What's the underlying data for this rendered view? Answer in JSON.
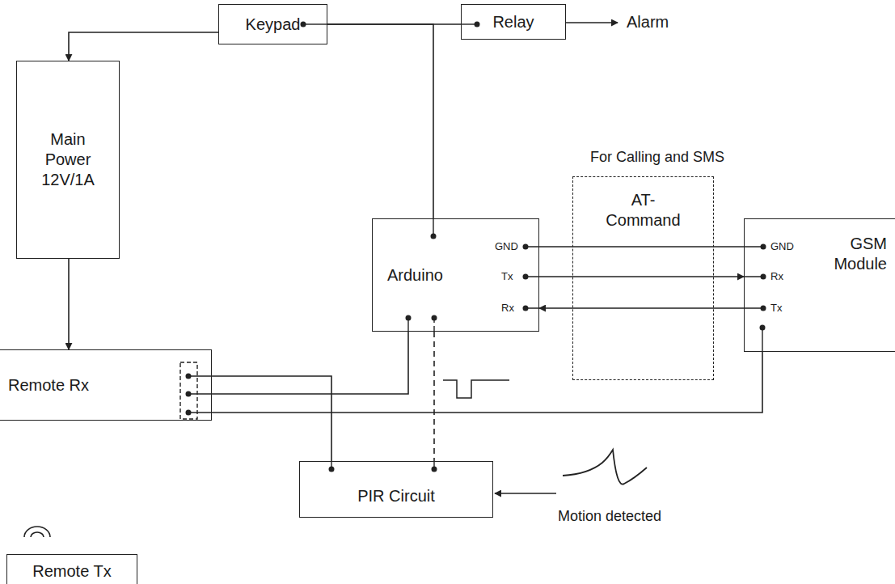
{
  "diagram": {
    "nodes": [
      {
        "text": [
          "Keypad"
        ]
      },
      {
        "text": [
          "Relay"
        ]
      },
      {
        "text": [
          "Main Power 12V/1A"
        ]
      },
      {
        "text": [
          "AT- Command"
        ]
      },
      {
        "text": [
          "Arduino"
        ]
      },
      {
        "text": [
          "GSM Module"
        ]
      },
      {
        "text": [
          "Remote Rx"
        ]
      },
      {
        "text": [
          "PIR Circuit"
        ]
      },
      {
        "text": [
          "Remote Tx"
        ]
      }
    ],
    "edges": [
      {
        "from": 0,
        "to": 2,
        "arrow": "to"
      },
      {
        "from": 0,
        "to": 1,
        "arrow": "none"
      },
      {
        "from": 0,
        "to": 4,
        "arrow": "none"
      },
      {
        "from": 2,
        "to": 6,
        "arrow": "to"
      },
      {
        "from": 4,
        "to": 5,
        "arrow": "none"
      },
      {
        "from": 4,
        "to": 5,
        "arrow": "to"
      },
      {
        "from": 5,
        "to": 4,
        "arrow": "to"
      },
      {
        "from": 6,
        "to": 7,
        "arrow": "none"
      },
      {
        "from": 6,
        "to": 4,
        "arrow": "none"
      },
      {
        "from": 6,
        "to": 5,
        "arrow": "none"
      },
      {
        "from": 4,
        "to": 7,
        "arrow": "none"
      }
    ],
    "labels": [
      "Alarm",
      "For Calling and SMS",
      "GND",
      "Tx",
      "Rx",
      "GND",
      "Rx",
      "Tx",
      "Motion detected"
    ]
  }
}
